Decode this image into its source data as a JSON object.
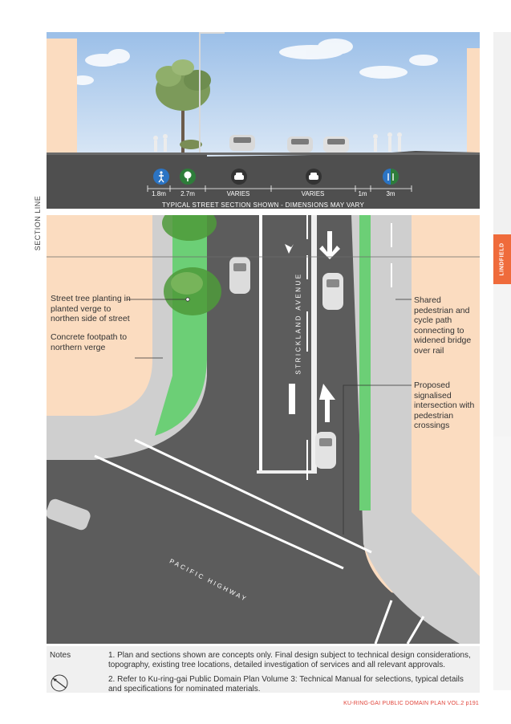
{
  "side_tabs": {
    "active_label": "LINDFIELD"
  },
  "section": {
    "caption": "TYPICAL STREET SECTION SHOWN - DIMENSIONS MAY VARY",
    "dimensions": [
      "1.8m",
      "2.7m",
      "VARIES",
      "VARIES",
      "1m",
      "3m"
    ],
    "icons": [
      "pedestrian-icon",
      "tree-icon",
      "car-icon",
      "car-icon",
      "shared-path-icon"
    ]
  },
  "section_line_label": "SECTION LINE",
  "plan": {
    "annotations": {
      "street_tree": "Street tree planting in planted verge to northen side of street",
      "footpath": "Concrete footpath to northern verge",
      "shared_path": "Shared pedestrian and cycle path connecting to widened bridge over rail",
      "intersection": "Proposed signalised intersection with pedestrian crossings"
    },
    "street_names": {
      "strickland": "STRICKLAND AVENUE",
      "pacific": "PACIFIC HIGHWAY"
    }
  },
  "notes": {
    "title": "Notes",
    "items": [
      "1. Plan and sections shown are concepts only. Final design subject to technical design considerations, topography, existing tree locations, detailed investigation of services and all relevant approvals.",
      "2. Refer to Ku-ring-gai Public Domain Plan Volume 3: Technical Manual for selections, typical details and specifications for nominated materials."
    ]
  },
  "footer": {
    "text": "KU-RING-GAI PUBLIC DOMAIN PLAN      VOL.2 p191"
  },
  "colors": {
    "accent": "#ef6b3b",
    "verge": "#6ccf76",
    "road": "#5a5a5a",
    "lot": "#fbdcc0",
    "footer_text": "#e0443a"
  }
}
